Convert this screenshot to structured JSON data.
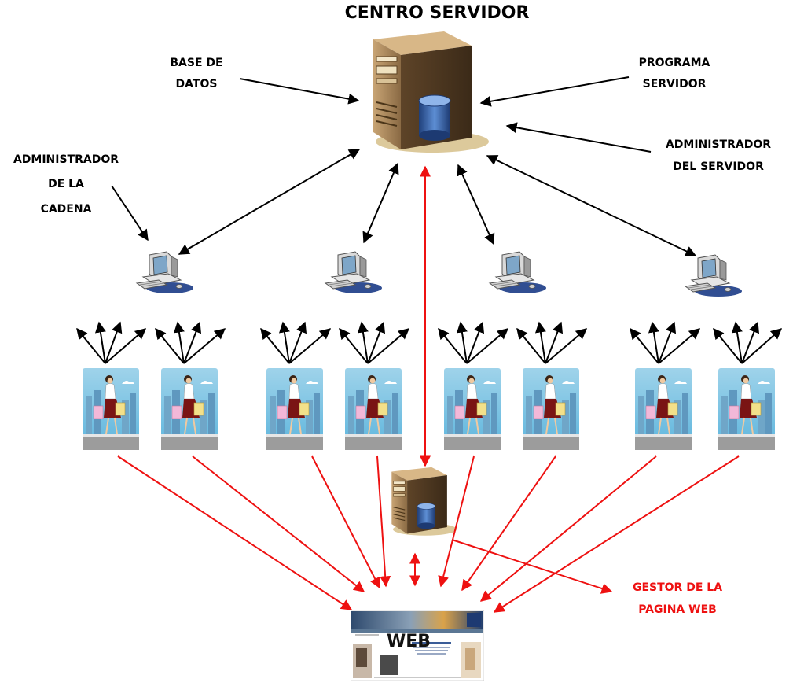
{
  "diagram": {
    "title": "CENTRO SERVIDOR",
    "labels": {
      "base_datos": [
        "BASE DE",
        "DATOS"
      ],
      "programa_servidor": [
        "PROGRAMA",
        "SERVIDOR"
      ],
      "admin_servidor": [
        "ADMINISTRADOR",
        "DEL SERVIDOR"
      ],
      "admin_cadena": [
        "ADMINISTRADOR",
        "DE LA",
        "CADENA"
      ],
      "gestor_web": [
        "GESTOR DE LA",
        "PAGINA WEB"
      ],
      "web": "WEB"
    },
    "colors": {
      "black_arrows": "#000000",
      "red_arrows": "#ee1111",
      "gestor_text": "#ee1111",
      "server_body": "#7a5a36",
      "db_cylinder": "#2b5fa8"
    },
    "icons": {
      "main_server": "server-tower-with-database-icon",
      "computers": "desktop-computer-icon",
      "shops": "shopper-woman-icon",
      "secondary_server": "server-tower-with-database-icon",
      "web_page": "web-page-thumbnail-icon"
    },
    "counts": {
      "computers": 4,
      "shops": 8
    }
  }
}
